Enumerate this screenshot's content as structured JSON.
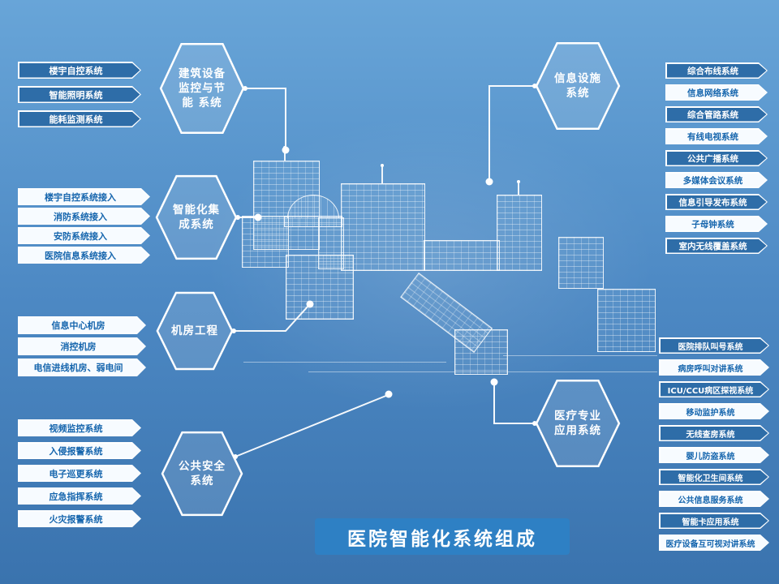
{
  "title": {
    "label": "医院智能化系统组成"
  },
  "colors": {
    "bg_top": "#68a5d8",
    "bg_bottom": "#3a73ae",
    "item_blue_fill": "#2e6da8",
    "item_white_fill": "#f7fbff",
    "item_white_text": "#1565ad",
    "title_bg": "#2e80c4",
    "line_color": "#ffffff"
  },
  "hexagons": {
    "building_energy": {
      "label": "建筑设备\n监控与节\n能 系统"
    },
    "integration": {
      "label": "智能化集\n成系统"
    },
    "machine_room": {
      "label": "机房工程"
    },
    "public_safety": {
      "label": "公共安全\n系统"
    },
    "info_facility": {
      "label": "信息设施\n系统"
    },
    "medical": {
      "label": "医疗专业\n应用系统"
    }
  },
  "lists": {
    "building_energy": {
      "items": [
        {
          "label": "楼宇自控系统",
          "style": "blue"
        },
        {
          "label": "智能照明系统",
          "style": "blue"
        },
        {
          "label": "能耗监测系统",
          "style": "blue"
        }
      ]
    },
    "integration": {
      "items": [
        {
          "label": "楼宇自控系统接入",
          "style": "white"
        },
        {
          "label": "消防系统接入",
          "style": "white"
        },
        {
          "label": "安防系统接入",
          "style": "white"
        },
        {
          "label": "医院信息系统接入",
          "style": "white"
        }
      ]
    },
    "machine_room": {
      "items": [
        {
          "label": "信息中心机房",
          "style": "white"
        },
        {
          "label": "消控机房",
          "style": "white"
        },
        {
          "label": "电信进线机房、弱电间",
          "style": "white"
        }
      ]
    },
    "public_safety": {
      "items": [
        {
          "label": "视频监控系统",
          "style": "white"
        },
        {
          "label": "入侵报警系统",
          "style": "white"
        },
        {
          "label": "电子巡更系统",
          "style": "white"
        },
        {
          "label": "应急指挥系统",
          "style": "white"
        },
        {
          "label": "火灾报警系统",
          "style": "white"
        }
      ]
    },
    "info_facility": {
      "items": [
        {
          "label": "综合布线系统",
          "style": "blue"
        },
        {
          "label": "信息网络系统",
          "style": "white"
        },
        {
          "label": "综合管路系统",
          "style": "blue"
        },
        {
          "label": "有线电视系统",
          "style": "white"
        },
        {
          "label": "公共广播系统",
          "style": "blue"
        },
        {
          "label": "多媒体会议系统",
          "style": "white"
        },
        {
          "label": "信息引导发布系统",
          "style": "blue"
        },
        {
          "label": "子母钟系统",
          "style": "white"
        },
        {
          "label": "室内无线覆盖系统",
          "style": "blue"
        }
      ]
    },
    "medical": {
      "items": [
        {
          "label": "医院排队叫号系统",
          "style": "blue"
        },
        {
          "label": "病房呼叫对讲系统",
          "style": "white"
        },
        {
          "label": "ICU/CCU病区探视系统",
          "style": "blue"
        },
        {
          "label": "移动监护系统",
          "style": "white"
        },
        {
          "label": "无线查房系统",
          "style": "blue"
        },
        {
          "label": "婴儿防盗系统",
          "style": "white"
        },
        {
          "label": "智能化卫生间系统",
          "style": "blue"
        },
        {
          "label": "公共信息服务系统",
          "style": "white"
        },
        {
          "label": "智能卡应用系统",
          "style": "blue"
        },
        {
          "label": "医疗设备互可视对讲系统",
          "style": "white"
        }
      ]
    }
  }
}
